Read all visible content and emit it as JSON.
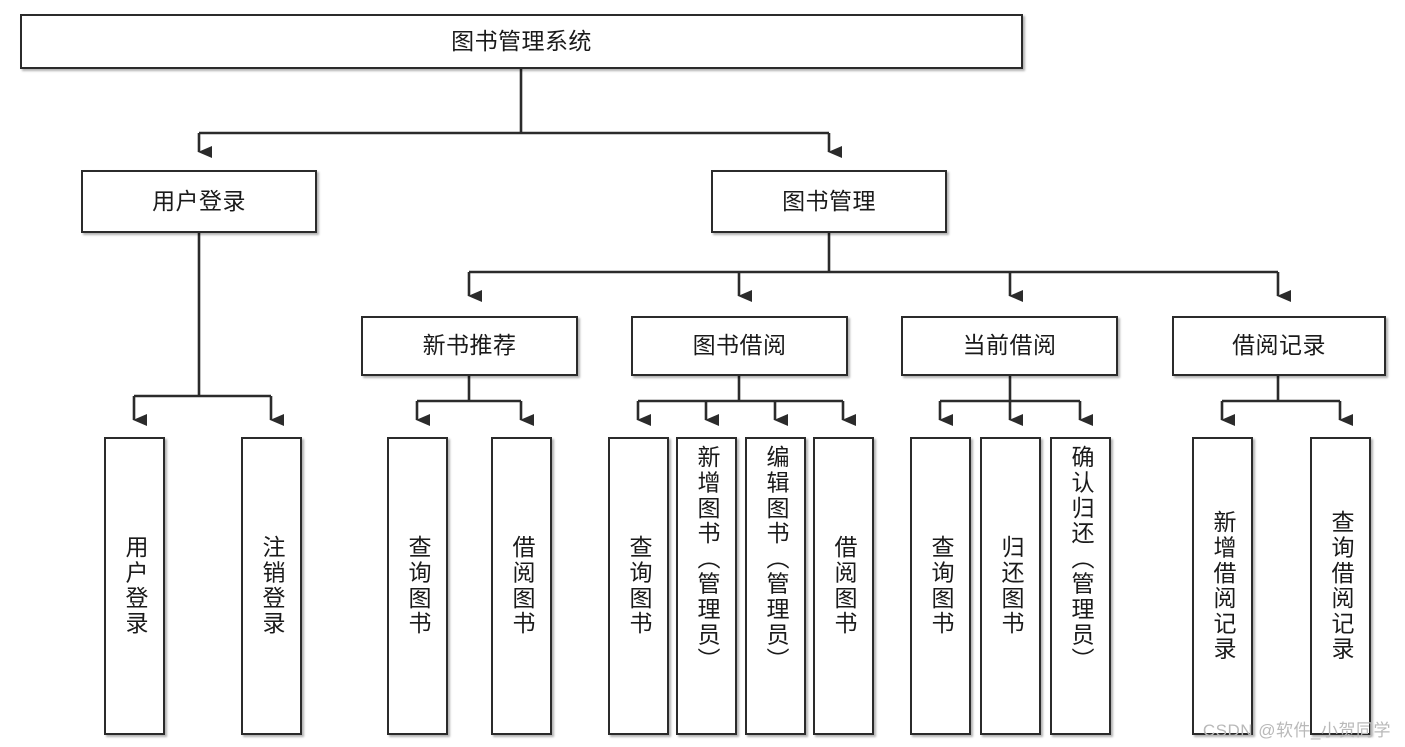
{
  "diagram": {
    "type": "tree-hierarchy",
    "title": "图书管理系统",
    "watermark": "CSDN @软件_小贺同学",
    "colors": {
      "node_border": "#2b2b2b",
      "node_fill": "#ffffff",
      "connector": "#2b2b2b",
      "watermark": "#b9b9b9",
      "background": "#ffffff"
    },
    "levels": {
      "root": {
        "label": "图书管理系统"
      },
      "level2": [
        {
          "label": "用户登录"
        },
        {
          "label": "图书管理"
        }
      ],
      "level3": [
        {
          "label": "新书推荐"
        },
        {
          "label": "图书借阅"
        },
        {
          "label": "当前借阅"
        },
        {
          "label": "借阅记录"
        }
      ],
      "leaves": [
        {
          "label": "用户登录",
          "parent": "用户登录"
        },
        {
          "label": "注销登录",
          "parent": "用户登录"
        },
        {
          "label": "查询图书",
          "parent": "新书推荐"
        },
        {
          "label": "借阅图书",
          "parent": "新书推荐"
        },
        {
          "label": "查询图书",
          "parent": "图书借阅"
        },
        {
          "label": "新增图书（管理员）",
          "parent": "图书借阅"
        },
        {
          "label": "编辑图书（管理员）",
          "parent": "图书借阅"
        },
        {
          "label": "借阅图书",
          "parent": "图书借阅"
        },
        {
          "label": "查询图书",
          "parent": "当前借阅"
        },
        {
          "label": "归还图书",
          "parent": "当前借阅"
        },
        {
          "label": "确认归还（管理员）",
          "parent": "当前借阅"
        },
        {
          "label": "新增借阅记录",
          "parent": "借阅记录"
        },
        {
          "label": "查询借阅记录",
          "parent": "借阅记录"
        }
      ]
    }
  }
}
